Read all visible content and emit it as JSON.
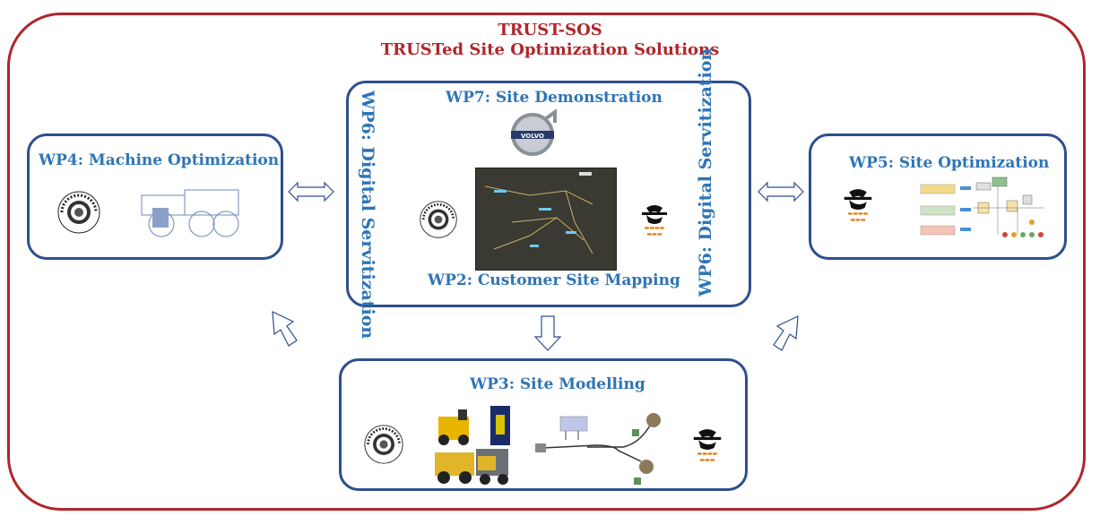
{
  "title": {
    "line1": "TRUST-SOS",
    "line2": "TRUSTed Site Optimization Solutions"
  },
  "wp4": {
    "label": "WP4: Machine Optimization"
  },
  "center": {
    "top_label": "WP7: Site Demonstration",
    "bottom_label": "WP2: Customer Site Mapping",
    "left_vertical": "WP6: Digital Servitization",
    "right_vertical": "WP6: Digital Servitization",
    "volvo_text": "VOLVO"
  },
  "wp5": {
    "label": "WP5: Site Optimization"
  },
  "wp3": {
    "label": "WP3: Site Modelling"
  },
  "colors": {
    "frame": "#b0262a",
    "box_border": "#2e4f8f",
    "wp_text": "#2e75b6"
  }
}
